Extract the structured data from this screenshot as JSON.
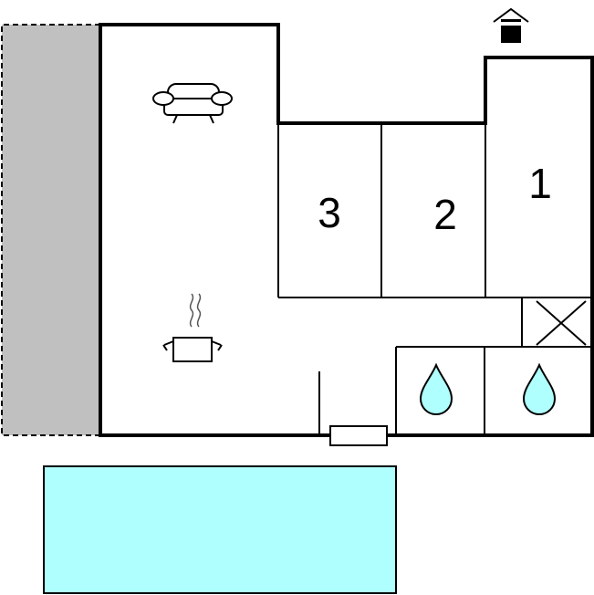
{
  "rooms": {
    "bedroom_1": {
      "label": "1"
    },
    "bedroom_2": {
      "label": "2"
    },
    "bedroom_3": {
      "label": "3"
    }
  },
  "icons": {
    "living": "sofa-icon",
    "kitchen": "cooking-pot-icon",
    "bath_left": "water-drop-icon",
    "bath_right": "water-drop-icon",
    "storage": "cross-box-icon",
    "entrance": "house-entrance-icon",
    "door": "door-icon"
  },
  "colors": {
    "walls": "#000000",
    "terrace": "#c0c0c0",
    "pool": "#b0ffff",
    "water": "#b0ffff",
    "background": "#ffffff"
  }
}
